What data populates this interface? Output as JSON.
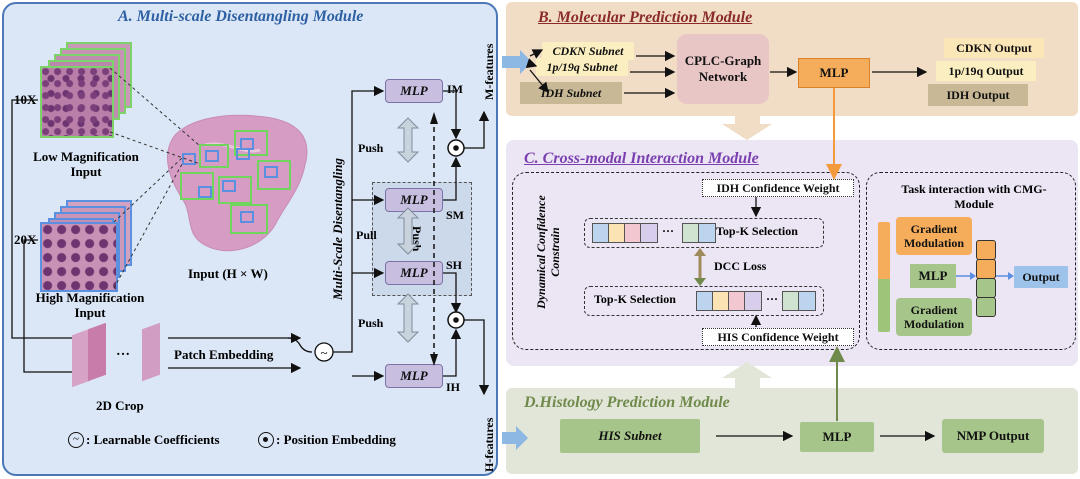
{
  "panel_a": {
    "title": "A. Multi-scale Disentangling Module",
    "mag_10x": "10X",
    "mag_20x": "20X",
    "low_input": "Low Magnification Input",
    "high_input": "High Magnification Input",
    "input_label": "Input (H × W)",
    "crop_label": "2D Crop",
    "ellipsis": "…",
    "patch_embedding": "Patch Embedding",
    "msd_label": "Multi-Scale Disentangling",
    "mlp": "MLP",
    "im": "IM",
    "sm": "SM",
    "sh": "SH",
    "ih": "IH",
    "push": "Push",
    "pull": "Pull",
    "push_vertical": "Push",
    "legend_coeff": ": Learnable Coefficients",
    "legend_pos": ": Position Embedding"
  },
  "features": {
    "m": "M-features",
    "h": "H-features"
  },
  "panel_b": {
    "title": "B. Molecular Prediction Module",
    "cdkn_subnet": "CDKN Subnet",
    "p19q_subnet": "1p/19q Subnet",
    "idh_subnet": "IDH Subnet",
    "graph": "CPLC-Graph Network",
    "mlp": "MLP",
    "cdkn_out": "CDKN Output",
    "p19q_out": "1p/19q Output",
    "idh_out": "IDH Output"
  },
  "panel_c": {
    "title": "C. Cross-modal Interaction Module",
    "dcc_side": "Dynamical Confidence Constrain",
    "idh_weight": "IDH Confidence Weight",
    "topk_1": "Top-K Selection",
    "topk_2": "Top-K Selection",
    "dcc_loss": "DCC Loss",
    "his_weight": "HIS Confidence Weight",
    "ellipsis": "···",
    "task_title": "Task interaction with CMG-Module",
    "grad_mod_1": "Gradient Modulation",
    "grad_mod_2": "Gradient Modulation",
    "mlp": "MLP",
    "output": "Output"
  },
  "panel_d": {
    "title": "D.Histology Prediction Module",
    "his_subnet": "HIS Subnet",
    "mlp": "MLP",
    "nmp_out": "NMP Output"
  },
  "colors": {
    "panel_a_bg": "#dbe7f6",
    "panel_a_border": "#4a78b6",
    "panel_b_bg": "#f1dcc5",
    "panel_c_bg": "#ece5f3",
    "panel_d_bg": "#e2e6d9",
    "mlp_purple": "#c8bfe0",
    "orange": "#f6ad5b",
    "green_box": "#a6c58a",
    "idh_brown": "#c8b896"
  }
}
